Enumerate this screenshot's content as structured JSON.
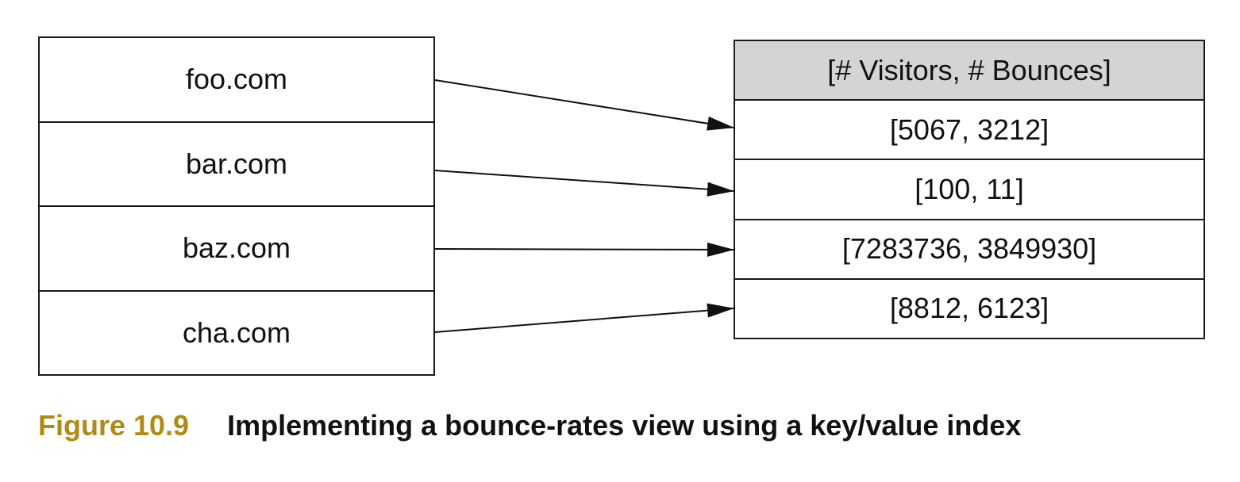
{
  "keys": [
    "foo.com",
    "bar.com",
    "baz.com",
    "cha.com"
  ],
  "value_table": {
    "header": "[# Visitors, # Bounces]",
    "rows": [
      "[5067, 3212]",
      "[100, 11]",
      "[7283736, 3849930]",
      "[8812, 6123]"
    ]
  },
  "mappings": [
    {
      "from": "foo.com",
      "to": "[5067, 3212]"
    },
    {
      "from": "bar.com",
      "to": "[100, 11]"
    },
    {
      "from": "baz.com",
      "to": "[7283736, 3849930]"
    },
    {
      "from": "cha.com",
      "to": "[8812, 6123]"
    }
  ],
  "caption": {
    "label": "Figure 10.9",
    "text": "Implementing a bounce-rates view using a key/value index"
  },
  "colors": {
    "caption_label": "#b08a14",
    "header_fill": "#d4d4d4",
    "line": "#1a1a1a"
  }
}
